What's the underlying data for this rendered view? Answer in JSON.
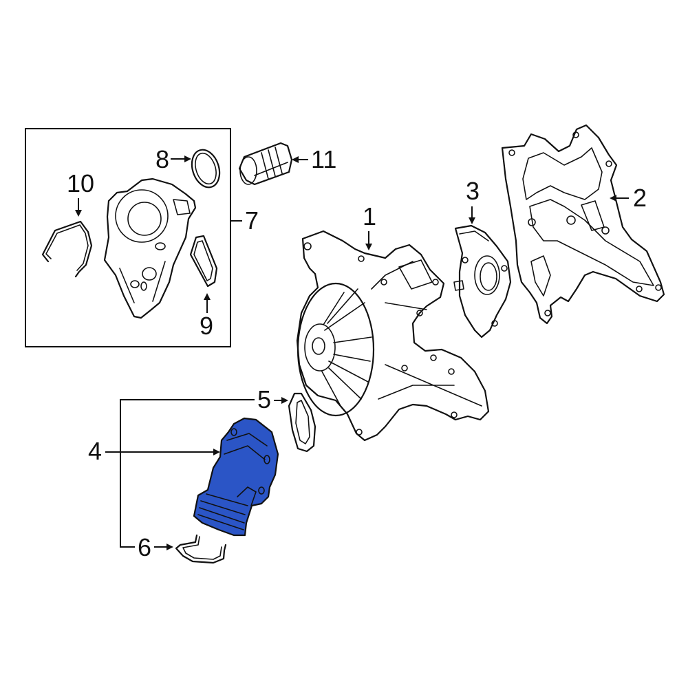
{
  "diagram": {
    "type": "exploded parts diagram",
    "highlight_color": "#2b55c6",
    "line_color": "#111111",
    "background": "#ffffff",
    "group_box": {
      "label": "7",
      "contains": [
        "8",
        "9",
        "10"
      ]
    },
    "callouts": [
      {
        "id": "1",
        "label": "1",
        "part": "water-pump-housing"
      },
      {
        "id": "2",
        "label": "2",
        "part": "housing-gasket"
      },
      {
        "id": "3",
        "label": "3",
        "part": "cover-plate"
      },
      {
        "id": "4",
        "label": "4",
        "part": "water-pump-inlet-housing",
        "highlighted": true
      },
      {
        "id": "5",
        "label": "5",
        "part": "inlet-gasket"
      },
      {
        "id": "6",
        "label": "6",
        "part": "retaining-clip"
      },
      {
        "id": "7",
        "label": "7",
        "part": "thermostat-housing-assembly"
      },
      {
        "id": "8",
        "label": "8",
        "part": "o-ring-seal"
      },
      {
        "id": "9",
        "label": "9",
        "part": "thermostat-gasket"
      },
      {
        "id": "10",
        "label": "10",
        "part": "wire-clip"
      },
      {
        "id": "11",
        "label": "11",
        "part": "connector-pipe"
      }
    ]
  }
}
